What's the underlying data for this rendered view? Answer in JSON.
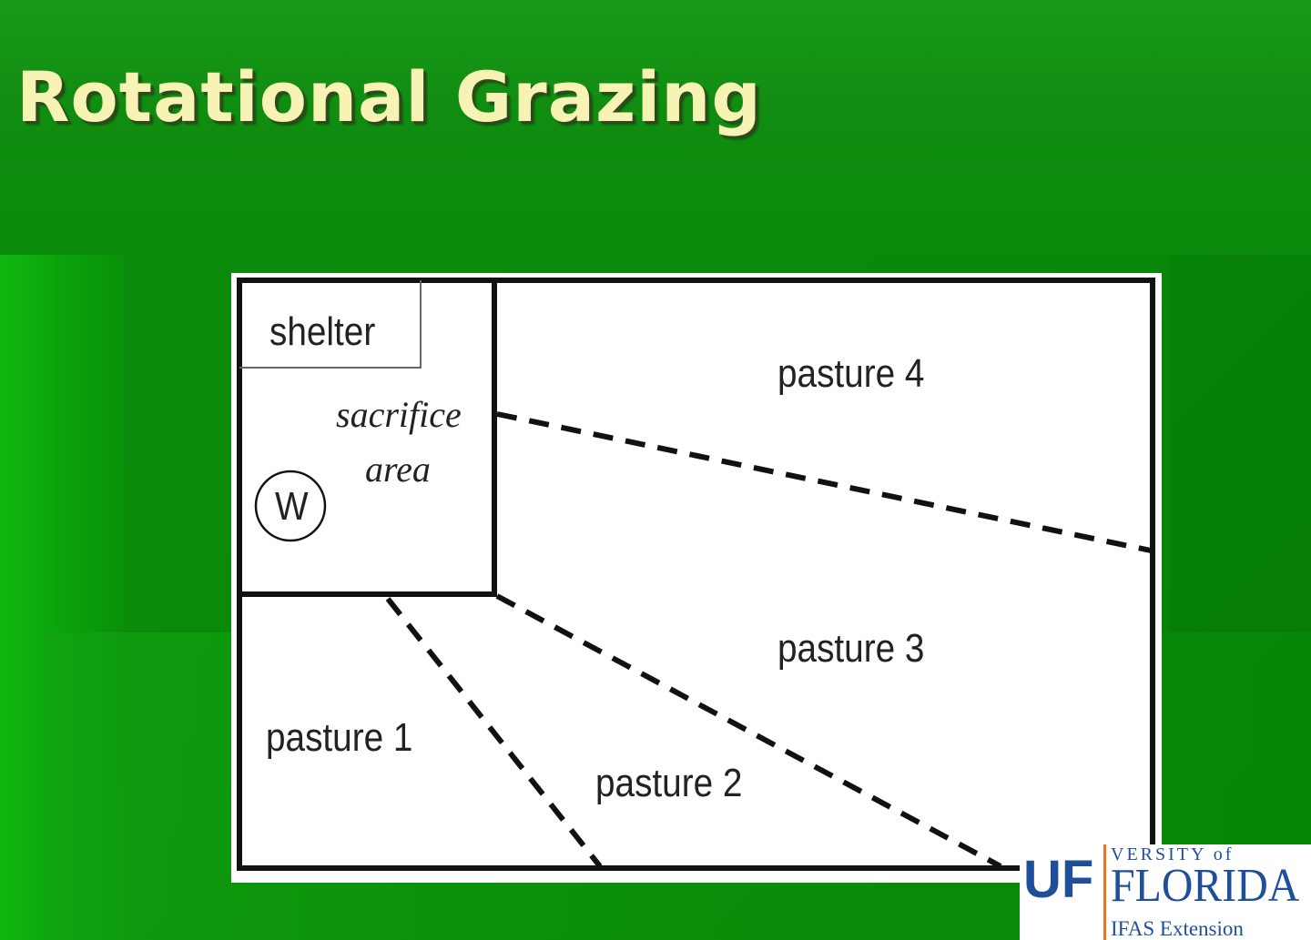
{
  "slide": {
    "title": "Rotational Grazing"
  },
  "diagram": {
    "labels": {
      "shelter": "shelter",
      "sacrifice_area": "sacrifice",
      "sacrifice_area_line2": "area",
      "water": "W",
      "pasture_1": "pasture 1",
      "pasture_2": "pasture 2",
      "pasture_3": "pasture 3",
      "pasture_4": "pasture 4"
    }
  },
  "logo": {
    "mark": "UF",
    "university": "VERSITY of",
    "florida": "FLORIDA",
    "ifas": "IFAS Extension"
  },
  "colors": {
    "background": "#0b8d0b",
    "title": "#f7f3b4",
    "diagram_ink": "#111111",
    "logo_blue": "#1f4e9b",
    "logo_orange": "#e87722"
  }
}
